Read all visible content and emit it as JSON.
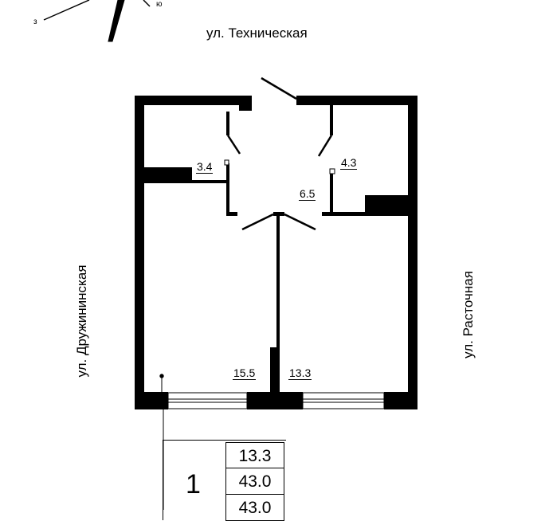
{
  "streets": {
    "top": "ул. Техническая",
    "left": "ул. Дружининская",
    "right": "ул. Расточная"
  },
  "compass": {
    "west": "з",
    "south": "ю"
  },
  "rooms": [
    {
      "name": "bathroom-left",
      "area": "3.4"
    },
    {
      "name": "bathroom-right",
      "area": "4.3"
    },
    {
      "name": "hallway",
      "area": "6.5"
    },
    {
      "name": "room-left",
      "area": "15.5"
    },
    {
      "name": "room-right",
      "area": "13.3"
    }
  ],
  "legend": {
    "rooms_count": "1",
    "values": [
      "13.3",
      "43.0",
      "43.0"
    ]
  }
}
